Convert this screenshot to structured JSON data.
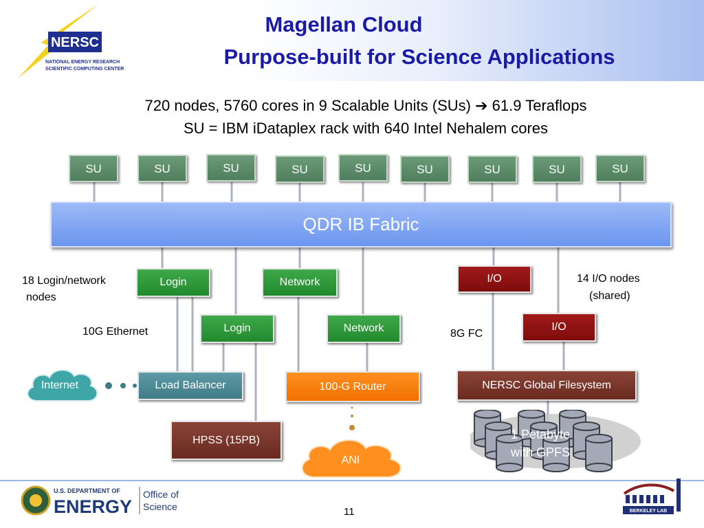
{
  "header": {
    "title_line1": "Magellan Cloud",
    "title_line2": "Purpose-built for Science Applications",
    "logo_text": "NERSC",
    "logo_sub1": "NATIONAL ENERGY RESEARCH",
    "logo_sub2": "SCIENTIFIC COMPUTING CENTER"
  },
  "summary": {
    "line1_a": "720 nodes, 5760 cores in 9 Scalable Units (SUs)",
    "line1_arrow": "➔",
    "line1_b": "61.9 Teraflops",
    "line2": "SU = IBM iDataplex rack with 640 Intel Nehalem cores"
  },
  "diagram": {
    "su_units": [
      "SU",
      "SU",
      "SU",
      "SU",
      "SU",
      "SU",
      "SU",
      "SU",
      "SU"
    ],
    "fabric": "QDR IB Fabric",
    "login_label_1": "18 Login/network",
    "login_label_2": "nodes",
    "login1": "Login",
    "network1": "Network",
    "login2": "Login",
    "network2": "Network",
    "io1": "I/O",
    "io2": "I/O",
    "io_label_1": "14 I/O nodes",
    "io_label_2": "(shared)",
    "ethernet": "10G Ethernet",
    "fc": "8G FC",
    "internet": "Internet",
    "load_balancer": "Load Balancer",
    "router": "100-G Router",
    "filesystem": "NERSC Global Filesystem",
    "hpss": "HPSS (15PB)",
    "ani": "ANI",
    "storage_1": "1 Petabyte",
    "storage_2": "with GPFS"
  },
  "footer": {
    "doe_small": "U.S. DEPARTMENT OF",
    "doe_big": "ENERGY",
    "office_1": "Office of",
    "office_2": "Science",
    "page_number": "11",
    "lab": "BERKELEY LAB"
  },
  "colors": {
    "title": "#1a1aa8",
    "su_green": "#5a8a68",
    "fabric_blue": "#7ea2f2",
    "node_green": "#2e9a3a",
    "io_red": "#8e1212",
    "router_orange": "#f88010",
    "hpss_brown": "#7a3428"
  }
}
